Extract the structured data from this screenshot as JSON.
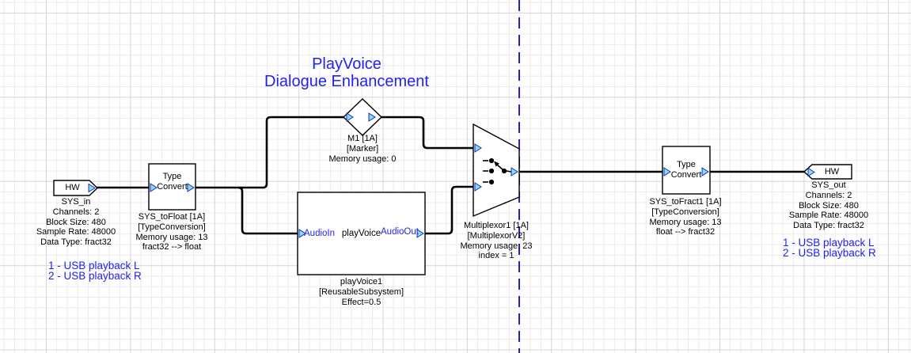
{
  "title": {
    "line1": "PlayVoice",
    "line2": "Dialogue Enhancement"
  },
  "colors": {
    "annotation_blue": "#2222ee",
    "dashed_line_blue": "#2222cc",
    "port_fill": "#8fd8f2",
    "port_stroke": "#1133bb",
    "wire_black": "#000000"
  },
  "blocks": {
    "sys_in": {
      "hw_label": "HW",
      "name": "SYS_in",
      "props": [
        "Channels: 2",
        "Block Size: 480",
        "Sample Rate: 48000",
        "Data Type: fract32"
      ],
      "annotation": [
        "1 - USB playback L",
        "2 - USB playback R"
      ]
    },
    "sys_to_float": {
      "title_line1": "Type",
      "title_line2": "Convert",
      "info": [
        "SYS_toFloat [1A]",
        "[TypeConversion]",
        "Memory usage: 13",
        "fract32 --> float"
      ]
    },
    "marker": {
      "info": [
        "M1 [1A]",
        "[Marker]",
        "Memory usage: 0"
      ]
    },
    "play_voice": {
      "input_port": "AudioIn",
      "label": "playVoice",
      "output_port": "AudioOut",
      "info": [
        "playVoice1",
        "[ReusableSubsystem]",
        "Effect=0.5"
      ]
    },
    "multiplexor": {
      "info": [
        "Multiplexor1 [1A]",
        "[MultiplexorV2]",
        "Memory usage: 23",
        "index = 1"
      ]
    },
    "sys_to_fract": {
      "title_line1": "Type",
      "title_line2": "Convert",
      "info": [
        "SYS_toFract1 [1A]",
        "[TypeConversion]",
        "Memory usage: 13",
        "float --> fract32"
      ]
    },
    "sys_out": {
      "hw_label": "HW",
      "name": "SYS_out",
      "props": [
        "Channels: 2",
        "Block Size: 480",
        "Sample Rate: 48000",
        "Data Type: fract32"
      ],
      "annotation": [
        "1 - USB playback L",
        "2 - USB playback R"
      ]
    }
  }
}
